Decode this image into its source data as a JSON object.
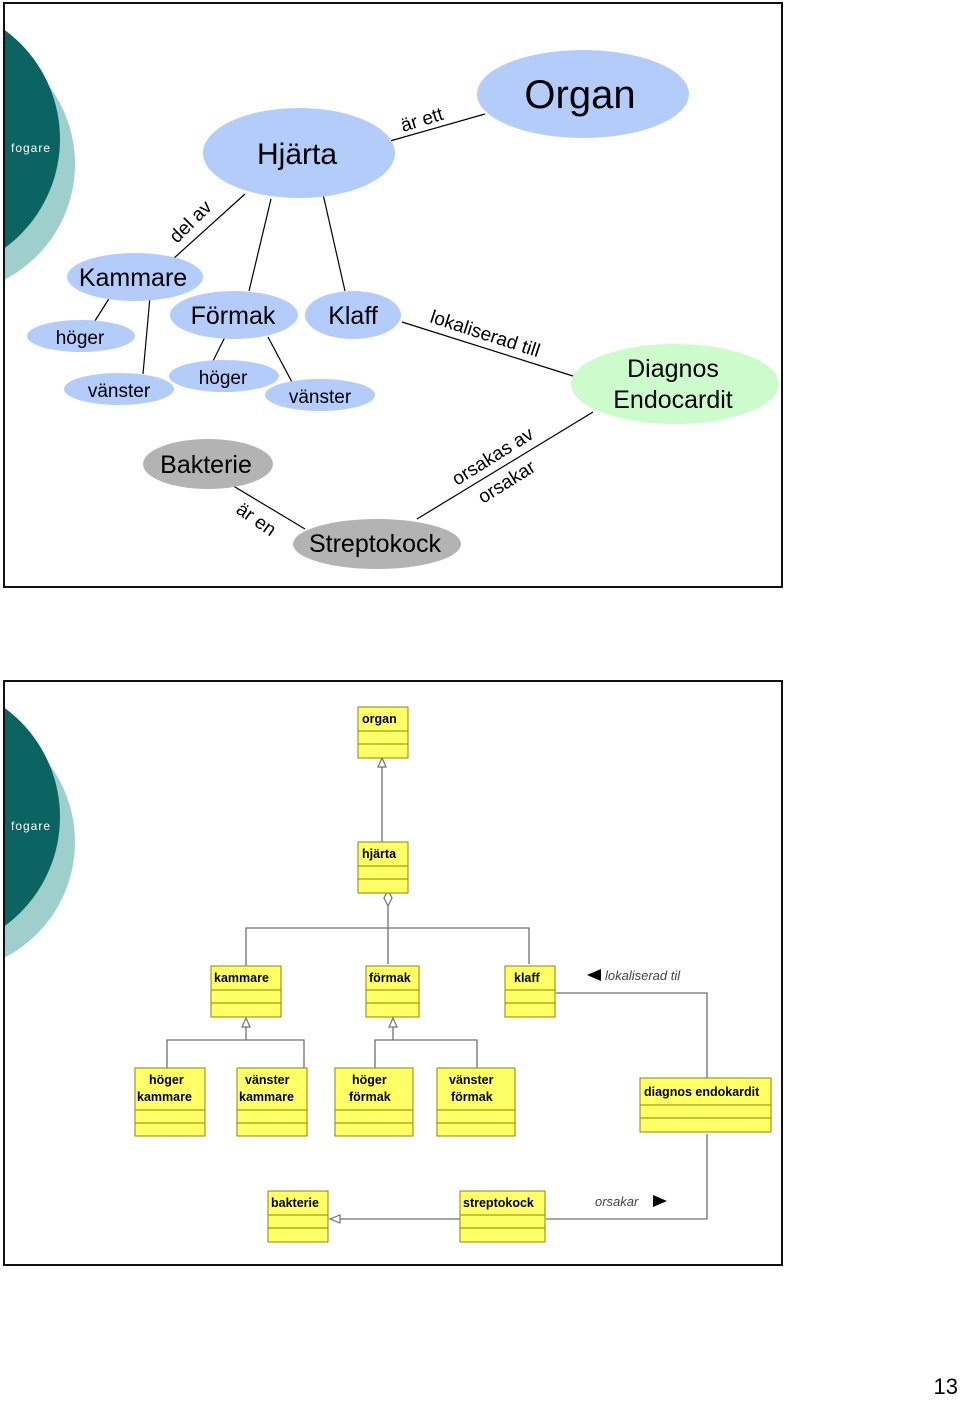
{
  "brand": {
    "logo_text": "fogare",
    "colors": {
      "dark_teal": "#0b6462",
      "light_teal": "#9ecfcd"
    }
  },
  "slide1": {
    "nodes": {
      "organ": "Organ",
      "hjarta": "Hjärta",
      "kammare": "Kammare",
      "formak": "Förmak",
      "klaff": "Klaff",
      "hoger_kammare": "höger",
      "vanster_kammare": "vänster",
      "hoger_formak": "höger",
      "vanster_formak": "vänster",
      "diagnos_line1": "Diagnos",
      "diagnos_line2": "Endocardit",
      "bakterie": "Bakterie",
      "streptokock": "Streptokock"
    },
    "links": {
      "ar_ett": "är ett",
      "del_av": "del av",
      "lokaliserad_till": "lokaliserad till",
      "orsakas_av": "orsakas av",
      "orsakar": "orsakar",
      "ar_en": "är en"
    },
    "colors": {
      "blue_node": "#b3ccfa",
      "green_node": "#ccfccc",
      "gray_node": "#b3b3b3"
    }
  },
  "slide2": {
    "classes": {
      "organ": "organ",
      "hjarta": "hjärta",
      "kammare": "kammare",
      "formak": "förmak",
      "klaff": "klaff",
      "hoger_kammare_1": "höger",
      "hoger_kammare_2": "kammare",
      "vanster_kammare_1": "vänster",
      "vanster_kammare_2": "kammare",
      "hoger_formak_1": "höger",
      "hoger_formak_2": "förmak",
      "vanster_formak_1": "vänster",
      "vanster_formak_2": "förmak",
      "diagnos": "diagnos endokardit",
      "bakterie": "bakterie",
      "streptokock": "streptokock"
    },
    "associations": {
      "lokaliserad_til": "lokaliserad til",
      "orsakar": "orsakar"
    },
    "colors": {
      "class_fill": "#ffff66",
      "class_stroke": "#8a8a00",
      "line": "#707070"
    }
  },
  "page": {
    "number": "13"
  }
}
